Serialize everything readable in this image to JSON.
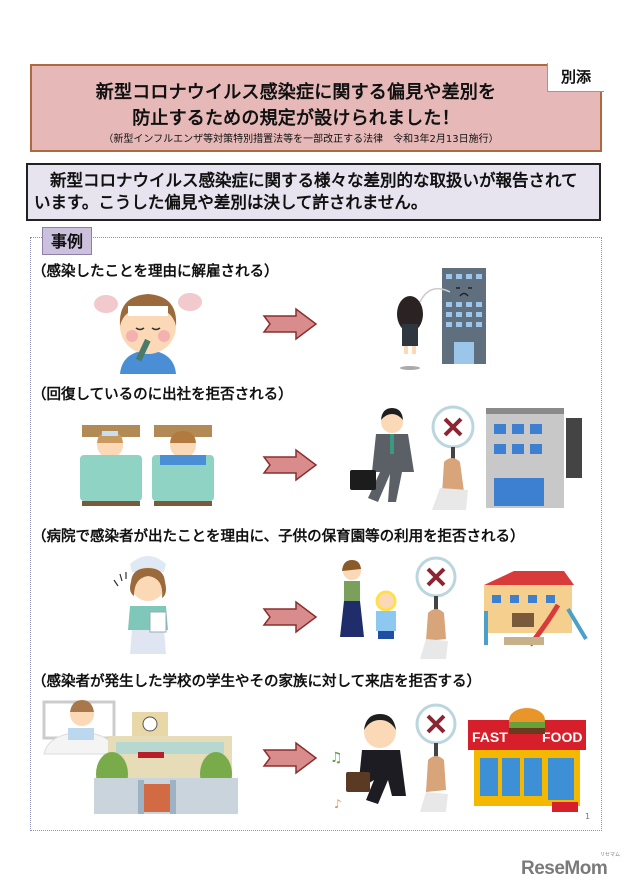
{
  "header": {
    "title_line1": "新型コロナウイルス感染症に関する偏見や差別を",
    "title_line2": "防止するための規定が設けられました！",
    "subtitle": "（新型インフルエンザ等対策特別措置法等を一部改正する法律　令和3年2月13日施行）",
    "attachment_label": "別添"
  },
  "notice": {
    "text": "新型コロナウイルス感染症に関する様々な差別的な取扱いが報告されています。こうした偏見や差別は決して許されません。"
  },
  "examples": {
    "tab_label": "事例",
    "cases": [
      {
        "label": "（感染したことを理由に解雇される）",
        "before_icon": "sick-child-icon",
        "after_icon": "dismissed-worker-building-icon"
      },
      {
        "label": "（回復しているのに出社を拒否される）",
        "before_icon": "recovering-patients-beds-icon",
        "after_icon": "worker-refused-office-icon"
      },
      {
        "label": "（病院で感染者が出たことを理由に、子供の保育園等の利用を拒否される）",
        "before_icon": "nurse-icon",
        "after_icon": "parent-child-refused-nursery-icon"
      },
      {
        "label": "（感染者が発生した学校の学生やその家族に対して来店を拒否する）",
        "before_icon": "sick-student-school-icon",
        "after_icon": "student-refused-fastfood-icon"
      }
    ],
    "store_sign": {
      "left": "FAST",
      "right": "FOOD"
    }
  },
  "footer": {
    "page_number": "1",
    "logo": "ReseMom",
    "logo_ruby": "リセマム"
  },
  "colors": {
    "title_bg": "#e6b9b8",
    "title_border": "#b0693e",
    "notice_bg": "#e7e4ef",
    "tab_bg": "#ccc1dc",
    "arrow_fill": "#d98c8c",
    "arrow_stroke": "#8b2e2e",
    "frame_border": "#8c8fb6"
  }
}
